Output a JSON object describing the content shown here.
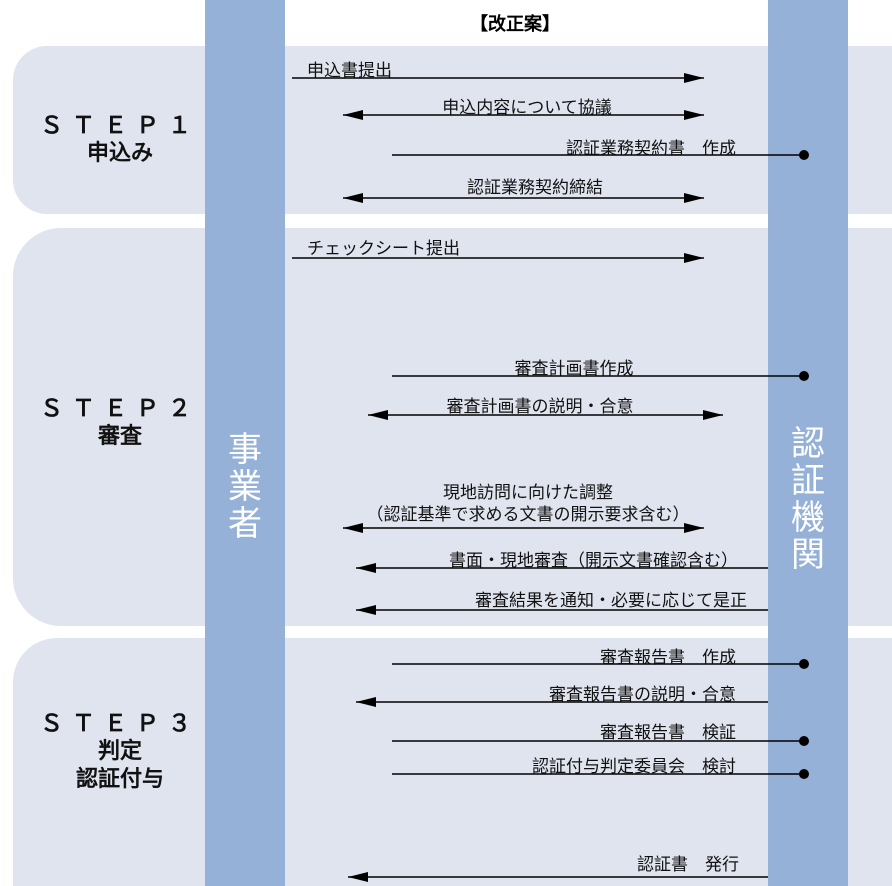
{
  "title": "【改正案】",
  "colors": {
    "band": "#dfe4ee",
    "column": "#95b1d7",
    "column_text": "#ffffff"
  },
  "parties": {
    "left": "事業者",
    "right": "認証機関"
  },
  "steps": [
    {
      "heading": "ＳＴＥＰ１",
      "lines": [
        "申込み"
      ]
    },
    {
      "heading": "ＳＴＥＰ２",
      "lines": [
        "審査"
      ]
    },
    {
      "heading": "ＳＴＥＰ３",
      "lines": [
        "判定",
        "認証付与"
      ]
    }
  ],
  "messages": [
    {
      "label": "申込書提出",
      "direction": "to-right",
      "start": "left"
    },
    {
      "label": "申込内容について協議",
      "direction": "both"
    },
    {
      "label": "認証業務契約書　作成",
      "direction": "from-right",
      "start": "dot"
    },
    {
      "label": "認証業務契約締結",
      "direction": "both"
    },
    {
      "label": "チェックシート提出",
      "direction": "to-right",
      "start": "left"
    },
    {
      "label": "審査計画書作成",
      "direction": "from-right",
      "start": "dot"
    },
    {
      "label": "審査計画書の説明・合意",
      "direction": "both"
    },
    {
      "label": "現地訪問に向けた調整",
      "label2": "（認証基準で求める文書の開示要求含む）",
      "direction": "both"
    },
    {
      "label": "書面・現地審査（開示文書確認含む）",
      "direction": "to-left"
    },
    {
      "label": "審査結果を通知・必要に応じて是正",
      "direction": "to-left"
    },
    {
      "label": "審査報告書　作成",
      "direction": "from-right",
      "start": "dot"
    },
    {
      "label": "審査報告書の説明・合意",
      "direction": "to-left"
    },
    {
      "label": "審査報告書　検証",
      "direction": "from-right",
      "start": "dot"
    },
    {
      "label": "認証付与判定委員会　検討",
      "direction": "from-right",
      "start": "dot"
    },
    {
      "label": "認証書　発行",
      "direction": "to-left"
    }
  ]
}
